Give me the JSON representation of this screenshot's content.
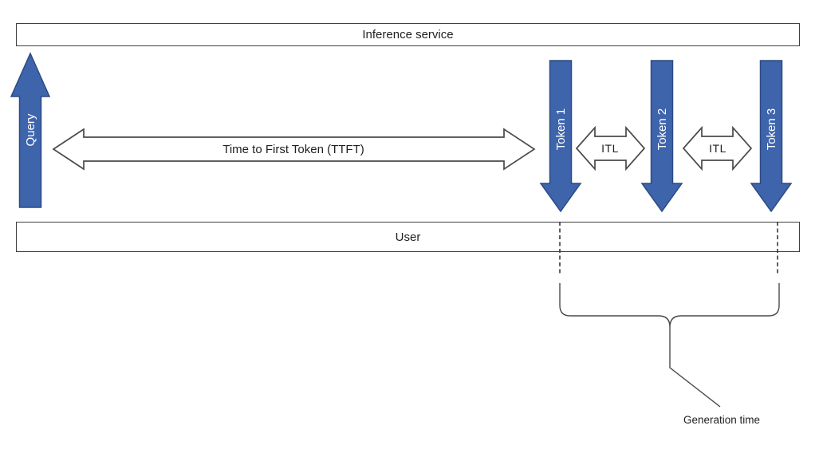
{
  "diagram": {
    "boxes": {
      "inference_service": {
        "label": "Inference service"
      },
      "user": {
        "label": "User"
      }
    },
    "arrows": {
      "query": {
        "label": "Query",
        "direction": "up"
      },
      "ttft": {
        "label": "Time to First Token (TTFT)",
        "direction": "horizontal-double"
      },
      "tokens": [
        {
          "label": "Token 1",
          "direction": "down"
        },
        {
          "label": "Token 2",
          "direction": "down"
        },
        {
          "label": "Token 3",
          "direction": "down"
        }
      ],
      "itl": [
        {
          "label": "ITL",
          "direction": "horizontal-double"
        },
        {
          "label": "ITL",
          "direction": "horizontal-double"
        }
      ]
    },
    "annotations": {
      "generation_time": {
        "label": "Generation time"
      }
    },
    "colors": {
      "arrow_blue": "#3E64AC",
      "arrow_blue_border": "#2C4A82",
      "outline_gray": "#4A4A4A",
      "box_border": "#3F3F3F",
      "text_dark": "#1F1F1F",
      "text_on_blue": "#FFFFFF",
      "background": "#FFFFFF"
    }
  }
}
